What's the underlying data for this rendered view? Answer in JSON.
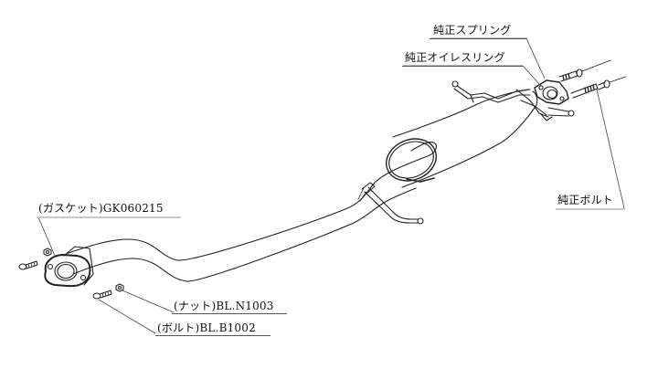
{
  "diagram": {
    "title": "Muffler exhaust system exploded parts diagram",
    "colors": {
      "line": "#222222",
      "leader": "#444444",
      "background": "#ffffff"
    },
    "labels": {
      "spring": "純正スプリング",
      "oil_ring": "純正オイレスリング",
      "bolt_oem": "純正ボルト",
      "gasket": "(ガスケット)GK060215",
      "nut": "(ナット)BL.N1003",
      "bolt": "(ボルト)BL.B1002"
    },
    "parts": [
      {
        "id": "spring",
        "name": "純正スプリング"
      },
      {
        "id": "oil_ring",
        "name": "純正オイレスリング"
      },
      {
        "id": "bolt_oem",
        "name": "純正ボルト"
      },
      {
        "id": "gasket",
        "name": "(ガスケット)GK060215"
      },
      {
        "id": "nut",
        "name": "(ナット)BL.N1003"
      },
      {
        "id": "bolt",
        "name": "(ボルト)BL.B1002"
      }
    ]
  }
}
